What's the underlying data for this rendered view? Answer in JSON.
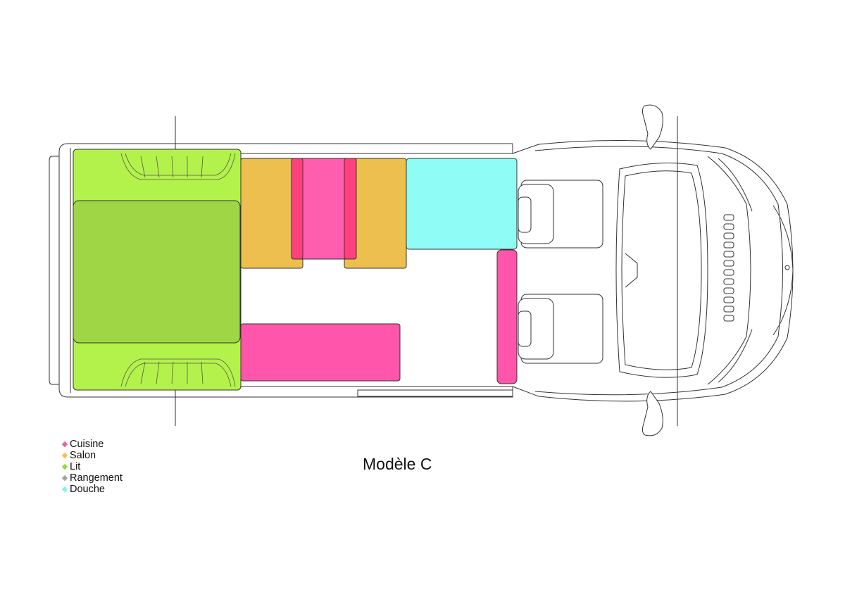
{
  "title": "Modèle C",
  "colors": {
    "cuisine": "#ff55aa",
    "salon": "#ecbf4f",
    "lit": "#b3f24a",
    "lit_mattress": "#9ed646",
    "rangement": "#a5a5a5",
    "douche": "#8ffcf6",
    "outline": "#333333"
  },
  "legend": [
    {
      "label": "Cuisine",
      "color": "#f06292",
      "icon": "diamond-icon"
    },
    {
      "label": "Salon",
      "color": "#f0c050",
      "icon": "diamond-icon"
    },
    {
      "label": "Lit",
      "color": "#8fdc3c",
      "icon": "diamond-icon"
    },
    {
      "label": "Rangement",
      "color": "#a5a5a5",
      "icon": "diamond-icon"
    },
    {
      "label": "Douche",
      "color": "#7ff3f3",
      "icon": "diamond-icon"
    }
  ]
}
